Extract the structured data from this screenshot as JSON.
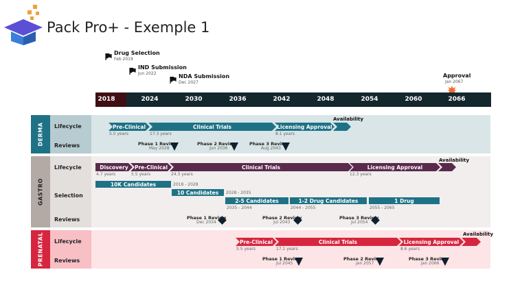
{
  "title": "Pack Pro+ - Exemple 1",
  "icons": {
    "logo": "graduation-cap-icon",
    "milestone": "flag-icon",
    "approval": "starburst-icon"
  },
  "colors": {
    "derma": "#1e7286",
    "gastro": "#5a2a4d",
    "prenatal": "#d6263f",
    "axis": "#13272d",
    "review_marker": "#0f1f2e"
  },
  "milestones": [
    {
      "name": "Drug Selection",
      "date": "Feb 2019"
    },
    {
      "name": "IND Submission",
      "date": "Jun 2022"
    },
    {
      "name": "NDA Submission",
      "date": "Dec 2027"
    },
    {
      "name": "Approval",
      "date": "Jan 2067"
    }
  ],
  "axis": {
    "ticks": [
      "2018",
      "2024",
      "2030",
      "2036",
      "2042",
      "2048",
      "2054",
      "2060",
      "2066"
    ]
  },
  "groups": {
    "derma": {
      "name": "DERMA",
      "lifecycle_label": "Lifecycle",
      "reviews_label": "Reviews",
      "availability": "Availability",
      "phases": [
        {
          "label": "Pre-Clinical",
          "duration": "5.5 years"
        },
        {
          "label": "Clinical Trials",
          "duration": "17.3 years"
        },
        {
          "label": "Licensing Approval",
          "duration": "8.1 years"
        }
      ],
      "reviews": [
        {
          "name": "Phase 1 Review",
          "date": "May 2028"
        },
        {
          "name": "Phase 2 Review",
          "date": "Jun 2036"
        },
        {
          "name": "Phase 3 Review",
          "date": "Aug 2043"
        }
      ]
    },
    "gastro": {
      "name": "GASTRO",
      "lifecycle_label": "Lifecycle",
      "selection_label": "Selection",
      "reviews_label": "Reviews",
      "availability": "Availability",
      "phases": [
        {
          "label": "Discovery",
          "duration": "4.7 years"
        },
        {
          "label": "Pre-Clinical",
          "duration": "5.5 years"
        },
        {
          "label": "Clinical Trials",
          "duration": "24.3 years"
        },
        {
          "label": "Licensing Approval",
          "duration": "12.3 years"
        }
      ],
      "selection": [
        {
          "label": "10K Candidates",
          "range": "2018 - 2028"
        },
        {
          "label": "10 Candidates",
          "range": "2028 - 2035"
        },
        {
          "label": "2-5 Candidates",
          "range": "2035 - 2044"
        },
        {
          "label": "1-2 Drug Candidates",
          "range": "2044 - 2055"
        },
        {
          "label": "1 Drug",
          "range": "2055 - 2065"
        }
      ],
      "reviews": [
        {
          "name": "Phase 1 Review",
          "date": "Dec 2034"
        },
        {
          "name": "Phase 2 Review",
          "date": "Jul 2043"
        },
        {
          "name": "Phase 3 Review",
          "date": "Jul 2054"
        }
      ]
    },
    "prenatal": {
      "name": "PRENATAL",
      "lifecycle_label": "Lifecycle",
      "reviews_label": "Reviews",
      "availability": "Availability",
      "phases": [
        {
          "label": "Pre-Clinical",
          "duration": "5.5 years"
        },
        {
          "label": "Clinical Trials",
          "duration": "17.1 years"
        },
        {
          "label": "Licensing Approval",
          "duration": "8.6 years"
        }
      ],
      "reviews": [
        {
          "name": "Phase 1 Review",
          "date": "Jul 2045"
        },
        {
          "name": "Phase 2 Review",
          "date": "Jan 2057"
        },
        {
          "name": "Phase 3 Review",
          "date": "Jan 2066"
        }
      ]
    }
  }
}
